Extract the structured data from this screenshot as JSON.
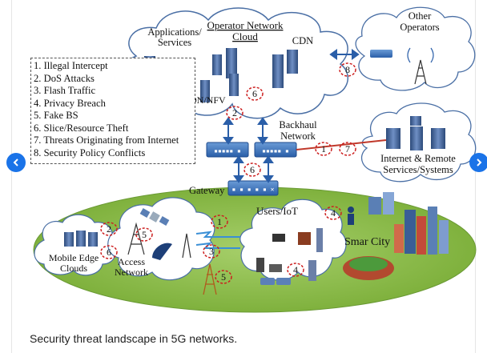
{
  "carousel": {
    "prev_icon": "chevron-left-icon",
    "next_icon": "chevron-right-icon",
    "accent": "#1a73e8"
  },
  "caption": "Security threat landscape in 5G networks.",
  "diagram": {
    "operator_cloud_title": "Operator Network\nCloud",
    "operator_cloud_title_line1": "Operator Network",
    "operator_cloud_title_line2": "Cloud",
    "apps_label_line1": "Applications/",
    "apps_label_line2": "Services",
    "cdn_label": "CDN",
    "sdn_label": "SDN/NFV",
    "other_operators_line1": "Other",
    "other_operators_line2": "Operators",
    "backhaul_line1": "Backhaul",
    "backhaul_line2": "Network",
    "internet_line1": "Internet & Remote",
    "internet_line2": "Services/Systems",
    "gateway_label": "Gateway",
    "users_label": "Users/IoT",
    "smart_city_label": "Smar City",
    "mec_line1": "Mobile Edge",
    "mec_line2": "Clouds",
    "access_line1": "Access",
    "access_line2": "Network",
    "threats": [
      "1. Illegal Intercept",
      "2. DoS Attacks",
      "3. Flash Traffic",
      "4. Privacy Breach",
      "5. Fake BS",
      "6. Slice/Resource Theft",
      "7. Threats Originating from Internet",
      "8. Security Policy Conflicts"
    ],
    "markers": {
      "m_sdn_6": "6",
      "m_sdn_2": "2",
      "m_other_8": "8",
      "m_backhaul_1": "1",
      "m_backhaul_7": "7",
      "m_gateway_6": "6",
      "m_users_4": "4",
      "m_iot_4": "4",
      "m_wireless_1": "1",
      "m_wireless_3": "3",
      "m_tower_5": "5",
      "m_access_5": "5",
      "m_mec_2": "2",
      "m_mec_6": "6"
    },
    "colors": {
      "cloud_fill": "#ffffff",
      "cloud_stroke": "#4a6fa5",
      "ellipse_fill": "#8bc34a",
      "server_fill": "#3b5f9a",
      "marker_stroke": "#cc1f1f",
      "link_red": "#c0392b"
    }
  }
}
